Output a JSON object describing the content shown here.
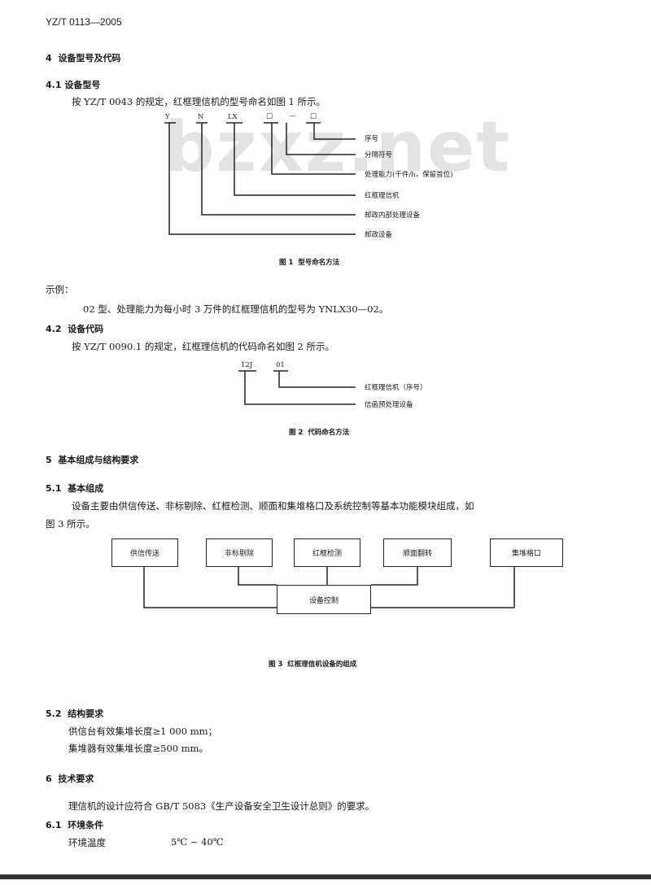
{
  "header": {
    "doc_id": "YZ/T 0113—2005"
  },
  "watermark": "bzxz.net",
  "s4": {
    "title": "4  设备型号及代码"
  },
  "s41": {
    "title": "4.1 设备型号",
    "para": "按 YZ/T 0043 的规定，红框理信机的型号命名如图 1 所示。",
    "codes": [
      "Y",
      "N",
      "LX",
      "□",
      "—",
      "□"
    ],
    "labels": [
      "序号",
      "分隔符号",
      "处理能力(千件/h，保留首位)",
      "红框理信机",
      "邮政内部处理设备",
      "邮政设备"
    ],
    "caption": "图 1  型号命名方法"
  },
  "example": {
    "label": "示例：",
    "text": "02 型、处理能力为每小时 3 万件的红框理信机的型号为 YNLX30—02。"
  },
  "s42": {
    "title": "4.2  设备代码",
    "para": "按 YZ/T 0090.1 的规定，红框理信机的代码命名如图 2 所示。",
    "codes": [
      "12J",
      "01"
    ],
    "labels": [
      "红框理信机（序号）",
      "信函预处理设备"
    ],
    "caption": "图 2  代码命名方法"
  },
  "s5": {
    "title": "5  基本组成与结构要求"
  },
  "s51": {
    "title": "5.1  基本组成",
    "para1": "设备主要由供信传送、非标剔除、红框检测、顺面和集堆格口及系统控制等基本功能模块组成，如",
    "para2": "图 3 所示。",
    "boxes": [
      "供信传送",
      "非标剔除",
      "红框检测",
      "顺面翻转",
      "集堆格口"
    ],
    "control": "设备控制",
    "caption": "图 3  红框理信机设备的组成"
  },
  "s52": {
    "title": "5.2  结构要求",
    "line1": "供信台有效集堆长度≥1 000 mm；",
    "line2": "集堆器有效集堆长度≥500 mm。"
  },
  "s6": {
    "title": "6  技术要求",
    "para": "理信机的设计应符合 GB/T 5083《生产设备安全卫生设计总则》的要求。"
  },
  "s61": {
    "title": "6.1  环境条件",
    "label": "环境温度",
    "value": "5℃ ~ 40℃"
  }
}
